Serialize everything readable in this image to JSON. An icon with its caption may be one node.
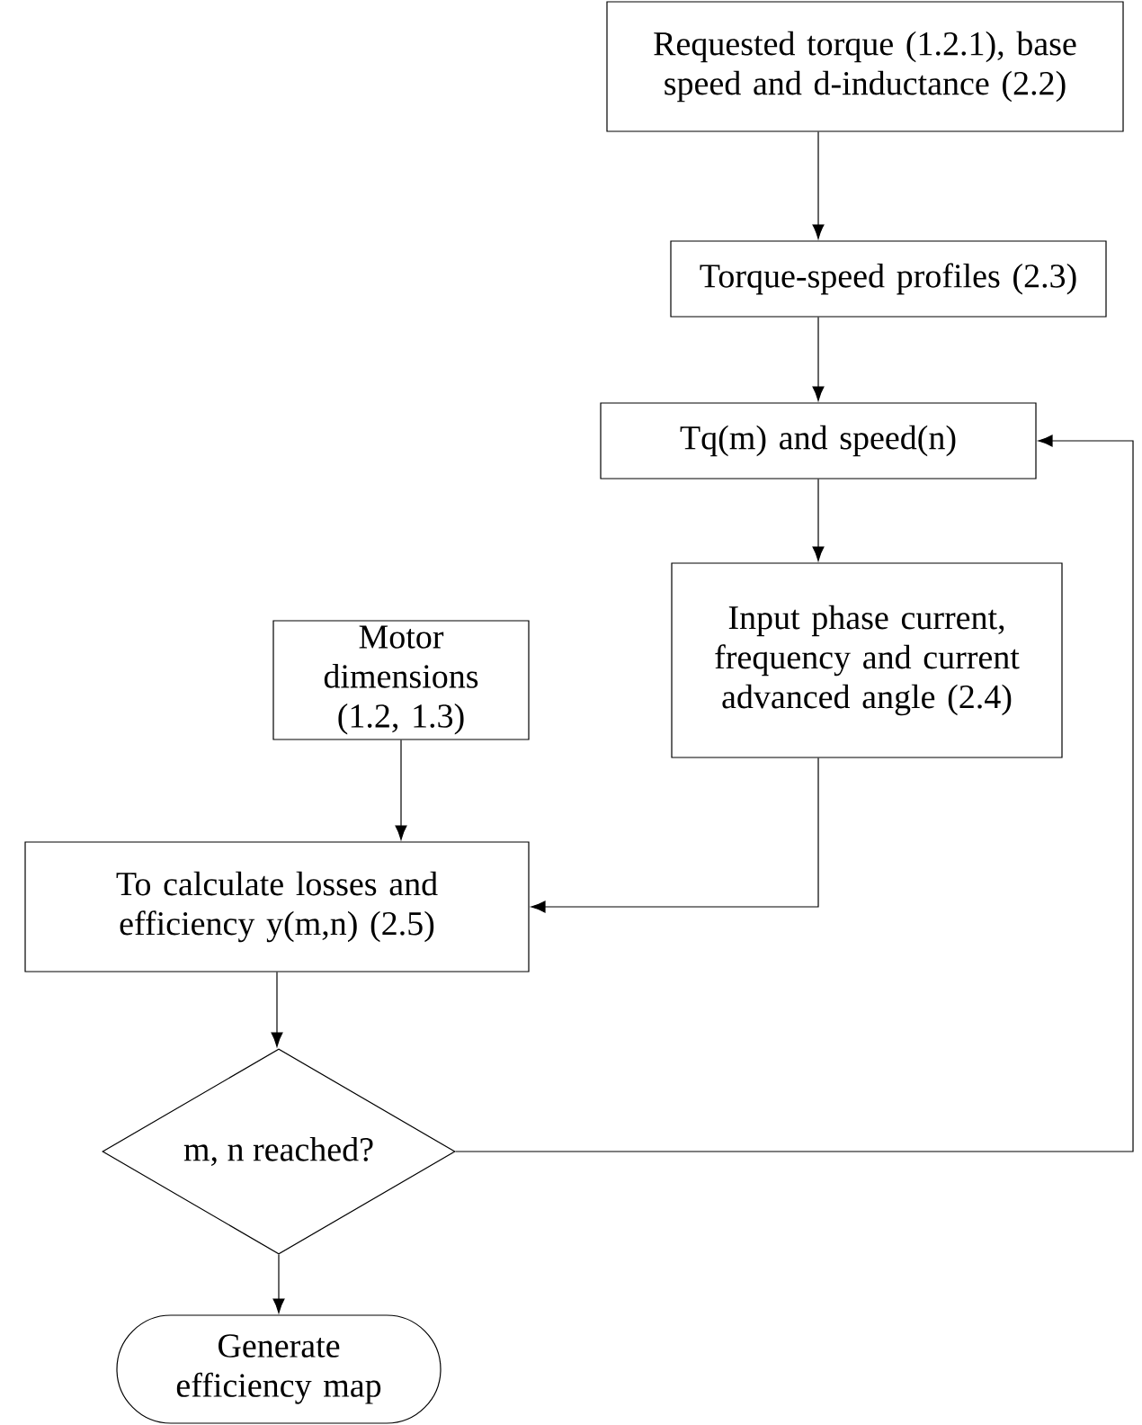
{
  "diagram": {
    "nodes": [
      {
        "text": [
          "Requested torque (1.2.1), base speed and d-inductance (2.2)"
        ]
      },
      {
        "text": [
          "Torque-speed profiles (2.3)"
        ]
      },
      {
        "text": [
          "Tq(m) and speed(n)"
        ]
      },
      {
        "text": [
          "Input phase current, frequency and current advanced angle (2.4)"
        ]
      },
      {
        "text": [
          "Motor dimensions (1.2, 1.3)"
        ]
      },
      {
        "text": [
          "To calculate losses and efficiency y(m,n) (2.5)"
        ]
      },
      {
        "text": [
          "m, n reached?"
        ]
      },
      {
        "text": [
          "Generate efficiency map"
        ]
      }
    ],
    "edges": [
      {
        "from": 0,
        "to": 1,
        "arrow": "to"
      },
      {
        "from": 1,
        "to": 2,
        "arrow": "to"
      },
      {
        "from": 2,
        "to": 3,
        "arrow": "to"
      },
      {
        "from": 4,
        "to": 5,
        "arrow": "to"
      },
      {
        "from": 3,
        "to": 5,
        "arrow": "to"
      },
      {
        "from": 5,
        "to": 6,
        "arrow": "to"
      },
      {
        "from": 6,
        "to": 7,
        "arrow": "to"
      },
      {
        "from": 6,
        "to": 2,
        "arrow": "to"
      }
    ]
  }
}
